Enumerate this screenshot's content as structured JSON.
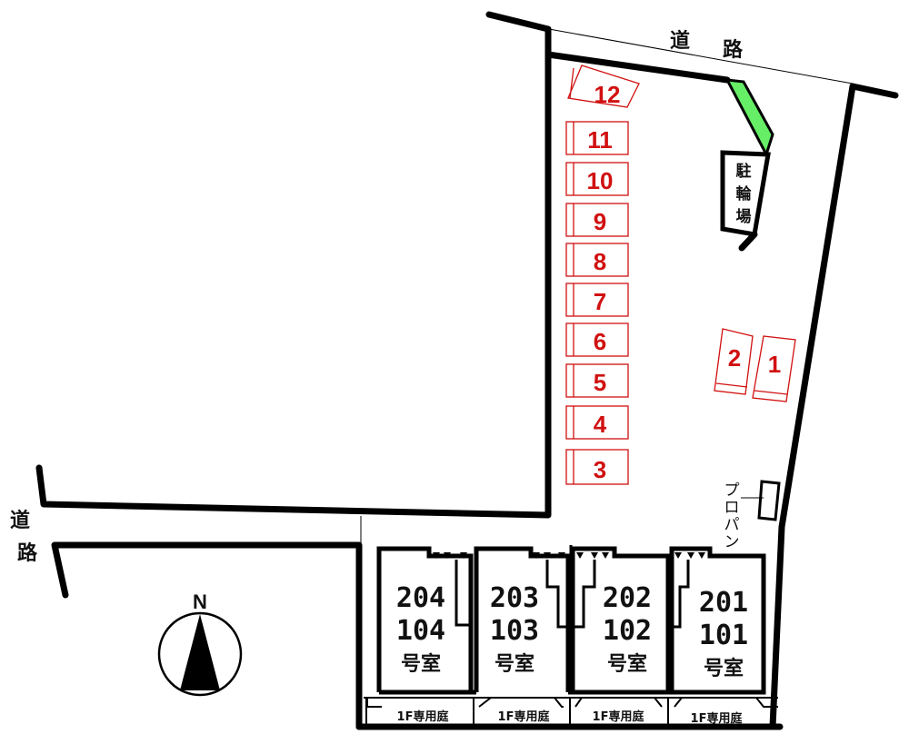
{
  "road_labels": {
    "north_road": [
      "道",
      "路"
    ],
    "west_road": [
      "道",
      "路"
    ]
  },
  "bicycle_parking": [
    "駐",
    "輪",
    "場"
  ],
  "propane_label": [
    "プ",
    "ロ",
    "パ",
    "ン"
  ],
  "north_symbol": "N",
  "parking_slots": [
    "12",
    "11",
    "10",
    "9",
    "8",
    "7",
    "6",
    "5",
    "4",
    "3"
  ],
  "parking_slots_east": [
    "2",
    "1"
  ],
  "units": [
    {
      "upper": "204",
      "lower": "104",
      "suffix": "号室",
      "garden": "1F専用庭"
    },
    {
      "upper": "203",
      "lower": "103",
      "suffix": "号室",
      "garden": "1F専用庭"
    },
    {
      "upper": "202",
      "lower": "102",
      "suffix": "号室",
      "garden": "1F専用庭"
    },
    {
      "upper": "201",
      "lower": "101",
      "suffix": "号室",
      "garden": "1F専用庭"
    }
  ],
  "colors": {
    "parking": "#d11010",
    "greenery": "#66ee66",
    "lines": "#000000"
  }
}
